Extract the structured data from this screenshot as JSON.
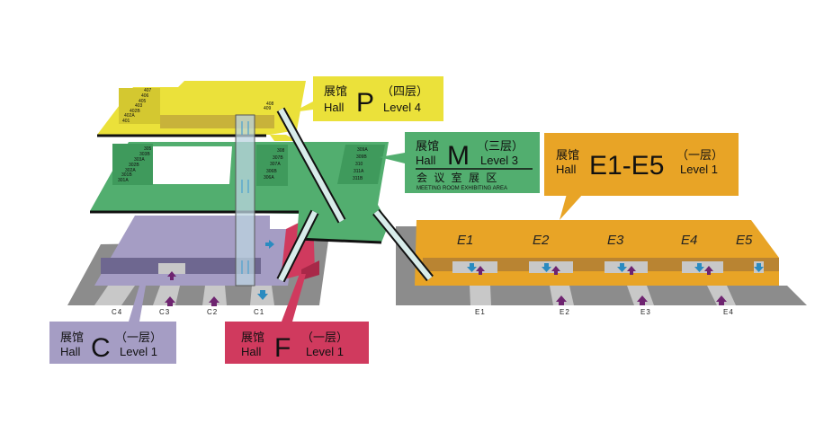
{
  "colors": {
    "hall_p": "#ebe13a",
    "hall_m": "#52ae6f",
    "hall_e": "#e8a426",
    "hall_c": "#a59dc4",
    "hall_f": "#d03a5e",
    "ground": "#8c8c8c",
    "arrow_in": "#6e2470",
    "arrow_out": "#2a8bc0"
  },
  "hall_p": {
    "zh": "展馆",
    "en": "Hall",
    "letter": "P",
    "level_zh": "（四层）",
    "level_en": "Level 4",
    "rooms_left": [
      "407",
      "406",
      "405",
      "403",
      "402B",
      "402A",
      "401"
    ],
    "rooms_right": [
      "408",
      "409"
    ]
  },
  "hall_m": {
    "zh": "展馆",
    "en": "Hall",
    "letter": "M",
    "level_zh": "（三层）",
    "level_en": "Level 3",
    "subtitle_zh": "会 议 室 展 区",
    "subtitle_en": "MEETING ROOM EXHIBITING AREA",
    "rooms_left": [
      "305",
      "303B",
      "303A",
      "302B",
      "302A",
      "301B",
      "301A"
    ],
    "rooms_mid": [
      "308",
      "307B",
      "307A",
      "306B",
      "306A"
    ],
    "rooms_right": [
      "309A",
      "309B",
      "310",
      "311A",
      "311B"
    ]
  },
  "hall_e": {
    "zh": "展馆",
    "en": "Hall",
    "letter": "E1-E5",
    "level_zh": "（一层）",
    "level_en": "Level 1",
    "sections": [
      "E1",
      "E2",
      "E3",
      "E4",
      "E5"
    ],
    "gates": [
      "E1",
      "E2",
      "E3",
      "E4"
    ]
  },
  "hall_c": {
    "zh": "展馆",
    "en": "Hall",
    "letter": "C",
    "level_zh": "（一层）",
    "level_en": "Level 1",
    "gates": [
      "C4",
      "C3",
      "C2",
      "C1"
    ]
  },
  "hall_f": {
    "zh": "展馆",
    "en": "Hall",
    "letter": "F",
    "level_zh": "（一层）",
    "level_en": "Level 1"
  }
}
